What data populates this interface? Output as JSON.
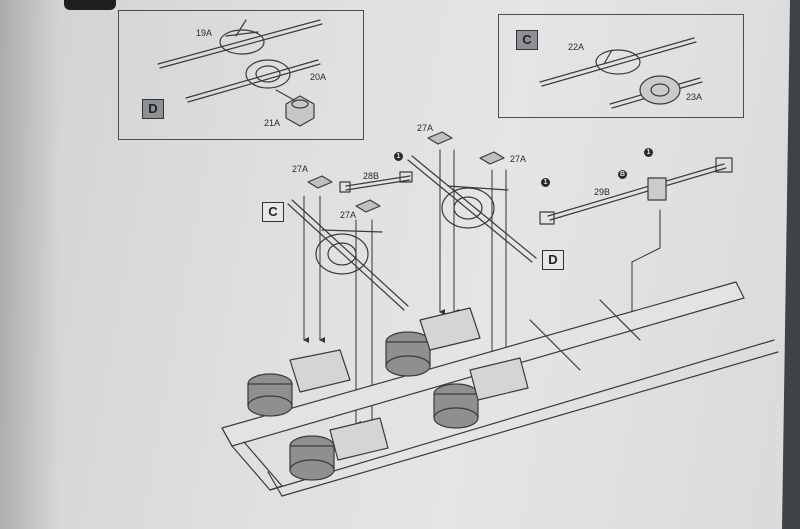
{
  "panels": {
    "detail_d": {
      "label": "D",
      "parts": [
        "19A",
        "20A",
        "21A"
      ]
    },
    "detail_c": {
      "label": "C",
      "parts": [
        "22A",
        "23A"
      ]
    }
  },
  "assembly": {
    "ref_labels": [
      "C",
      "D"
    ],
    "parts": {
      "p27_left": "27A",
      "p27_mid": "27A",
      "p27_top": "27A",
      "p27_right": "27A",
      "p28": "28B",
      "p29": "29B"
    },
    "callouts": {
      "c1": "1",
      "c2": "1",
      "c3": "1",
      "c4": "B"
    }
  },
  "colors": {
    "paper": "#dedfe0",
    "ink": "#3a3b3c",
    "label_shade": "#8e9194"
  }
}
